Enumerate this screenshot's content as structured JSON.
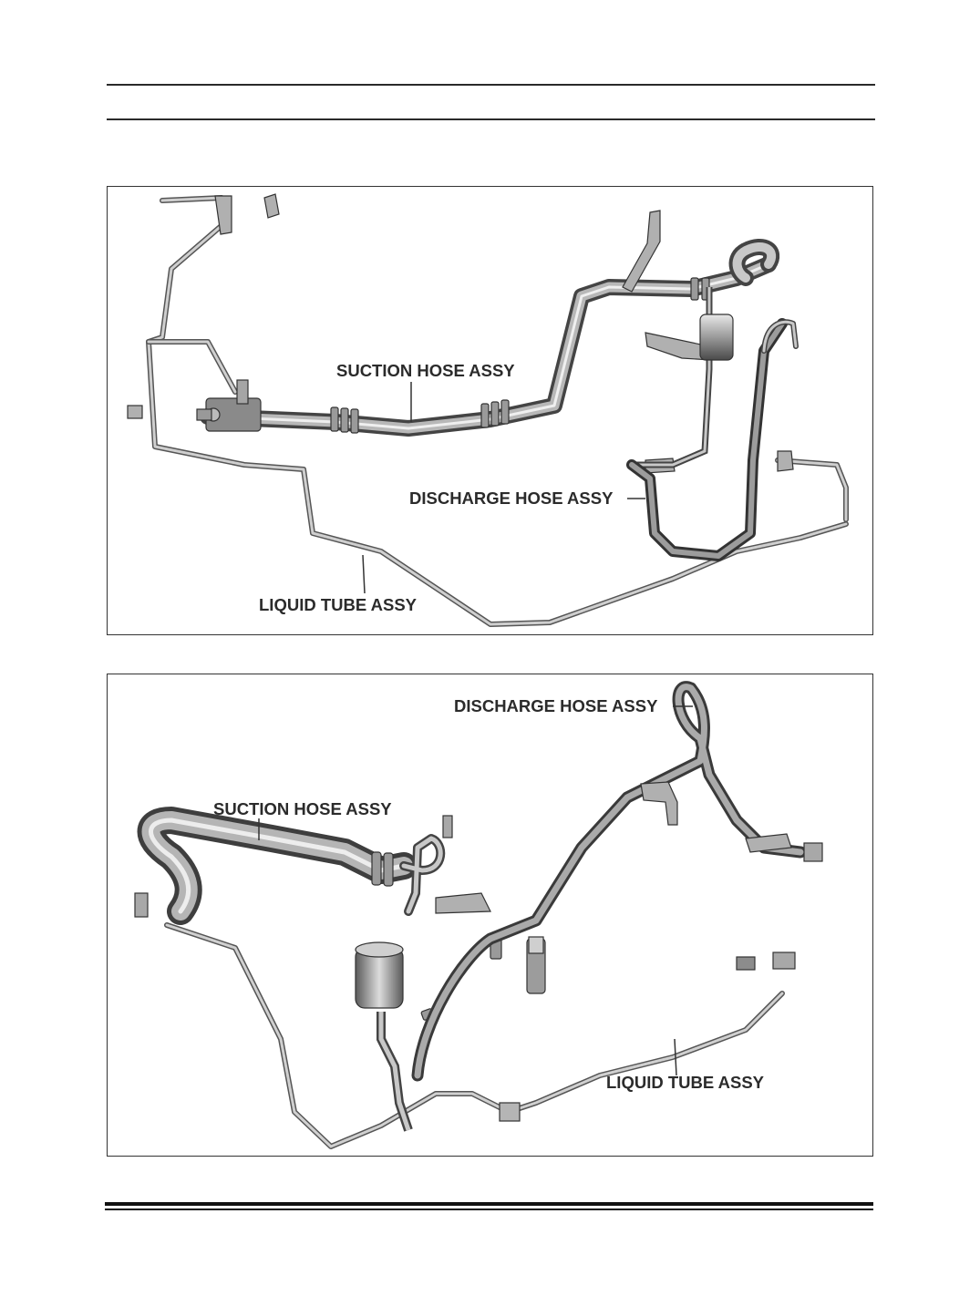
{
  "figure_top": {
    "labels": {
      "suction": "SUCTION HOSE ASSY",
      "discharge": "DISCHARGE HOSE ASSY",
      "liquid": "LIQUID TUBE ASSY"
    }
  },
  "figure_bottom": {
    "labels": {
      "discharge": "DISCHARGE HOSE ASSY",
      "suction": "SUCTION HOSE ASSY",
      "liquid": "LIQUID TUBE ASSY"
    }
  }
}
